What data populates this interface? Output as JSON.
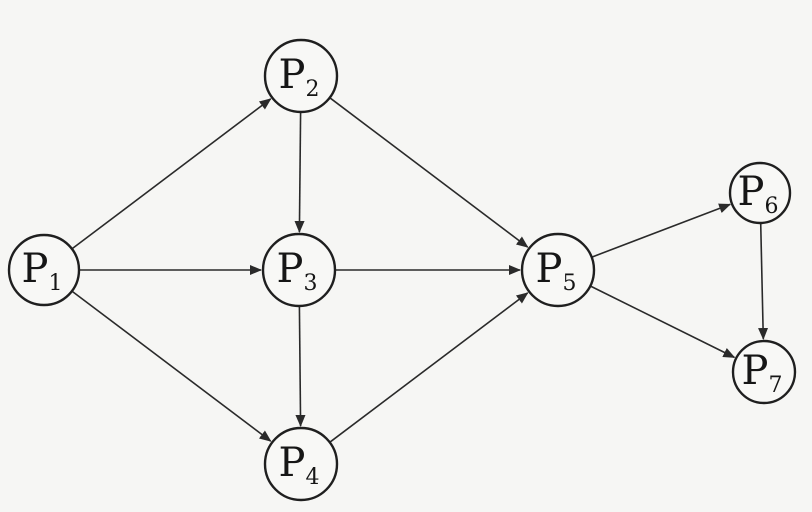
{
  "diagram": {
    "nodes": [
      {
        "id": "P1",
        "letter": "P",
        "sub": "1"
      },
      {
        "id": "P2",
        "letter": "P",
        "sub": "2"
      },
      {
        "id": "P3",
        "letter": "P",
        "sub": "3"
      },
      {
        "id": "P4",
        "letter": "P",
        "sub": "4"
      },
      {
        "id": "P5",
        "letter": "P",
        "sub": "5"
      },
      {
        "id": "P6",
        "letter": "P",
        "sub": "6"
      },
      {
        "id": "P7",
        "letter": "P",
        "sub": "7"
      }
    ],
    "edges": [
      {
        "from": "P1",
        "to": "P2"
      },
      {
        "from": "P1",
        "to": "P3"
      },
      {
        "from": "P1",
        "to": "P4"
      },
      {
        "from": "P2",
        "to": "P3"
      },
      {
        "from": "P2",
        "to": "P5"
      },
      {
        "from": "P3",
        "to": "P4"
      },
      {
        "from": "P3",
        "to": "P5"
      },
      {
        "from": "P4",
        "to": "P5"
      },
      {
        "from": "P5",
        "to": "P6"
      },
      {
        "from": "P5",
        "to": "P7"
      },
      {
        "from": "P6",
        "to": "P7"
      }
    ]
  }
}
